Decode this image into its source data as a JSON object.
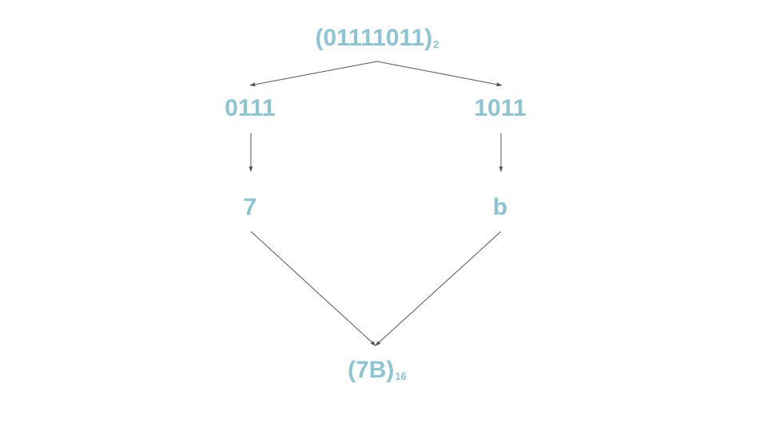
{
  "diagram": {
    "top": {
      "value": "(01111011)",
      "base": "2"
    },
    "left_bin": "0111",
    "right_bin": "1011",
    "left_hex": "7",
    "right_hex": "b",
    "bottom": {
      "value": "(7B)",
      "base": "16"
    },
    "colors": {
      "text": "#8cc4d3",
      "arrow": "#555555"
    }
  }
}
